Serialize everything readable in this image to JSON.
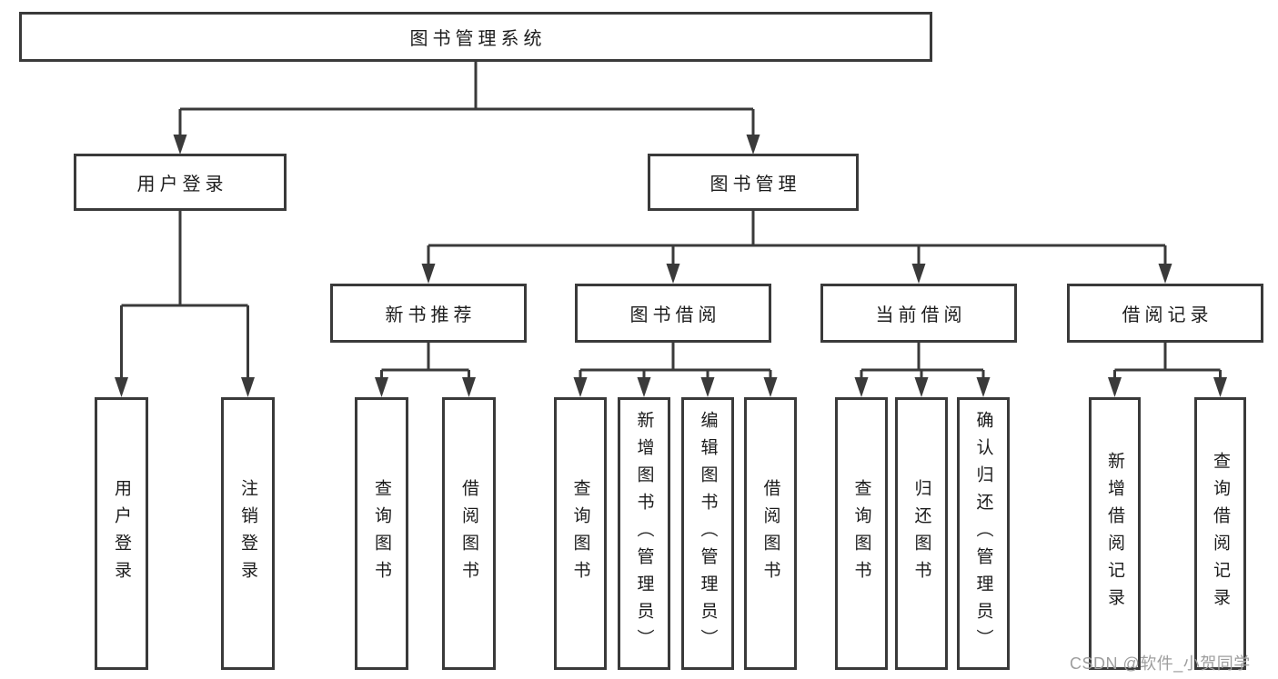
{
  "diagram": {
    "root": {
      "label": "图书管理系统"
    },
    "branches": [
      {
        "label": "用户登录",
        "children": [
          {
            "label": "用户登录"
          },
          {
            "label": "注销登录"
          }
        ]
      },
      {
        "label": "图书管理",
        "children": [
          {
            "label": "新书推荐",
            "children": [
              {
                "label": "查询图书"
              },
              {
                "label": "借阅图书"
              }
            ]
          },
          {
            "label": "图书借阅",
            "children": [
              {
                "label": "查询图书"
              },
              {
                "label": "新增图书（管理员）"
              },
              {
                "label": "编辑图书（管理员）"
              },
              {
                "label": "借阅图书"
              }
            ]
          },
          {
            "label": "当前借阅",
            "children": [
              {
                "label": "查询图书"
              },
              {
                "label": "归还图书"
              },
              {
                "label": "确认归还（管理员）"
              }
            ]
          },
          {
            "label": "借阅记录",
            "children": [
              {
                "label": "新增借阅记录"
              },
              {
                "label": "查询借阅记录"
              }
            ]
          }
        ]
      }
    ]
  },
  "watermark": {
    "text": "CSDN @软件_小贺同学"
  },
  "colors": {
    "line": "#3a3a3a",
    "text": "#1c1c1c",
    "watermark": "#9e9e9e",
    "background": "#ffffff"
  }
}
